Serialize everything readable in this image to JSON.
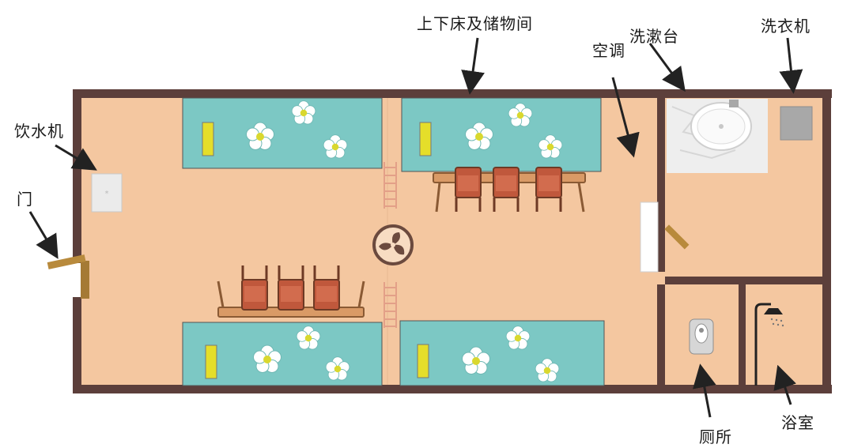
{
  "labels": {
    "bunk_storage": "上下床及储物间",
    "washbasin": "洗漱台",
    "washing_machine": "洗衣机",
    "air_conditioner": "空调",
    "water_dispenser": "饮水机",
    "door": "门",
    "toilet": "厕所",
    "bathroom": "浴室"
  },
  "colors": {
    "wall": "#5c3f3b",
    "floor": "#f4c7a0",
    "bed": "#7cc8c4",
    "pillow": "#e5de2a",
    "chair": "#c0583c",
    "table": "#d99a66",
    "ladder": "#e3a088",
    "flower_petal": "#ffffff",
    "flower_center": "#d9d82f"
  }
}
